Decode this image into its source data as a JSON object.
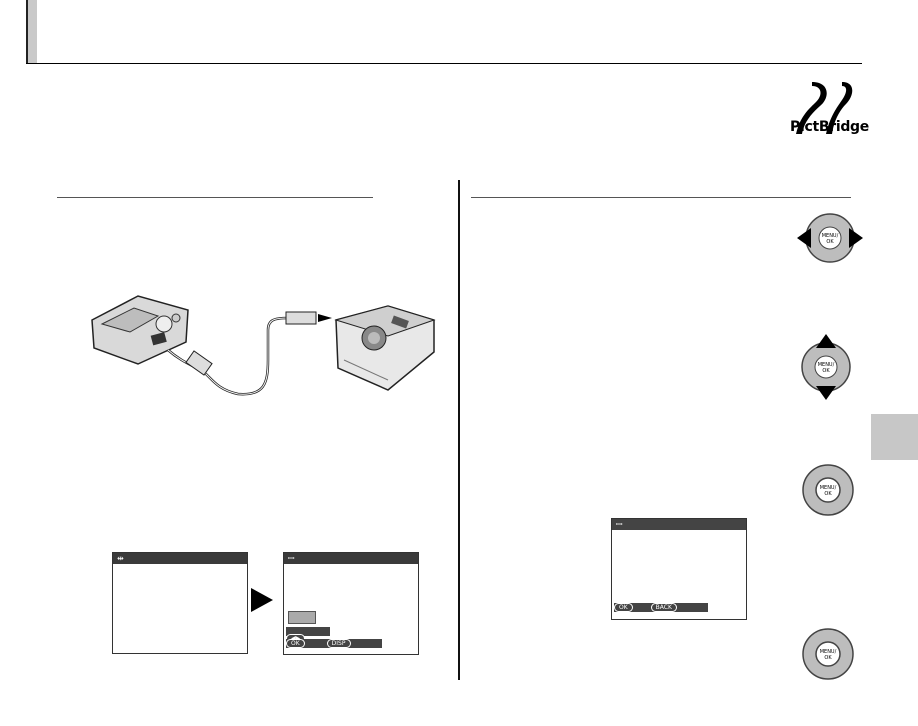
{
  "pictbridge": {
    "label": "PictBridge"
  },
  "screen_left": {
    "title_icon": "usb-icon"
  },
  "screen_middle": {
    "title_icon": "pictbridge-icon",
    "key_lr": "◀▶",
    "key_ok": "OK",
    "key_disp": "DISP"
  },
  "screen_right": {
    "title_icon": "pictbridge-icon",
    "key_ok": "OK",
    "key_back": "BACK"
  },
  "dpad": {
    "center_label_top": "MENU/",
    "center_label_bottom": "OK"
  },
  "colors": {
    "tab": "#c7c7c7",
    "header_bar": "#c9c9c9",
    "screen_bar": "#3a3a3a"
  }
}
